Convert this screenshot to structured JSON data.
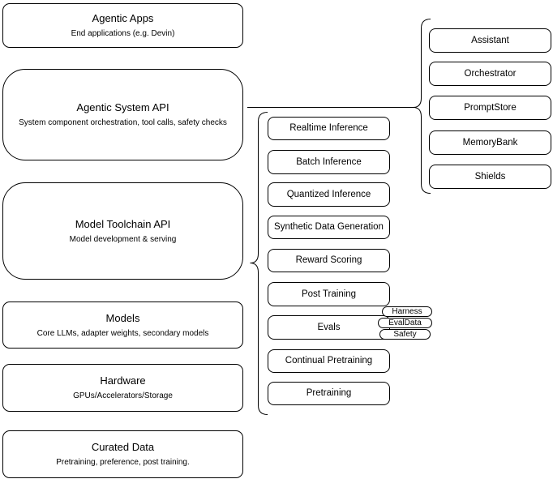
{
  "diagram": {
    "stack": [
      {
        "title": "Agentic Apps",
        "subtitle": "End applications (e.g. Devin)"
      },
      {
        "title": "Agentic System API",
        "subtitle": "System component orchestration, tool calls, safety checks"
      },
      {
        "title": "Model Toolchain API",
        "subtitle": "Model development & serving"
      },
      {
        "title": "Models",
        "subtitle": "Core LLMs, adapter weights, secondary models"
      },
      {
        "title": "Hardware",
        "subtitle": "GPUs/Accelerators/Storage"
      },
      {
        "title": "Curated Data",
        "subtitle": "Pretraining, preference, post training."
      }
    ],
    "toolchain_services": [
      "Realtime Inference",
      "Batch Inference",
      "Quantized Inference",
      "Synthetic Data Generation",
      "Reward Scoring",
      "Post Training",
      "Evals",
      "Continual Pretraining",
      "Pretraining"
    ],
    "eval_tags": [
      "Harness",
      "EvalData",
      "Safety"
    ],
    "system_components": [
      "Assistant",
      "Orchestrator",
      "PromptStore",
      "MemoryBank",
      "Shields"
    ],
    "colors": {
      "stroke": "#000000",
      "background": "#ffffff",
      "text": "#000000"
    }
  }
}
